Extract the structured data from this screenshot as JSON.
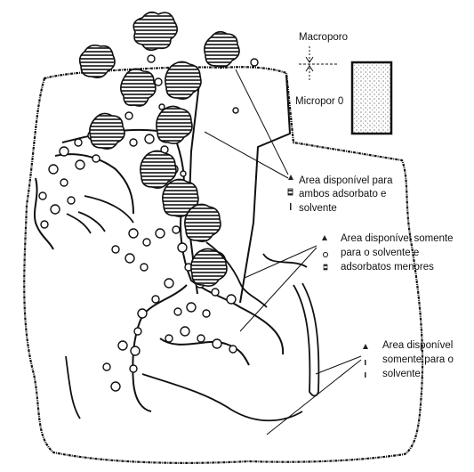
{
  "labels": {
    "macroporo": "Macroporo",
    "microporo": "Micropor 0",
    "ambos": [
      "Area disponível para",
      "ambos adsorbato e",
      "solvente"
    ],
    "menores": [
      "Area disponível somente",
      "para o solvente e",
      "adsorbatos menores"
    ],
    "solvente": [
      "Area disponível",
      "somente para o",
      "solvente."
    ]
  }
}
